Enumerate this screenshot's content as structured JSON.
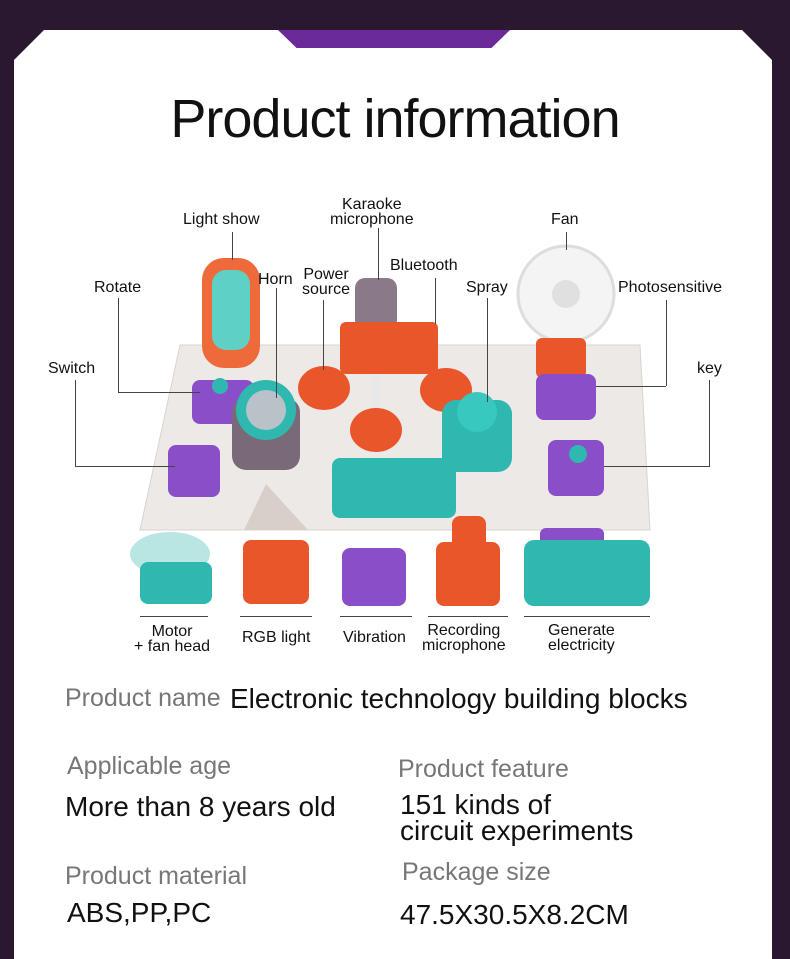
{
  "title": "Product information",
  "components": {
    "light_show": "Light show",
    "karaoke_microphone": "Karaoke\nmicrophone",
    "fan": "Fan",
    "horn": "Horn",
    "power_source": "Power\nsource",
    "bluetooth": "Bluetooth",
    "rotate": "Rotate",
    "spray": "Spray",
    "photosensitive": "Photosensitive",
    "switch": "Switch",
    "key": "key",
    "motor_fan_head": "Motor\n+ fan head",
    "rgb_light": "RGB light",
    "vibration": "Vibration",
    "recording_microphone": "Recording\nmicrophone",
    "generate_electricity": "Generate\nelectricity"
  },
  "colors": {
    "accent_purple": "#6a2a9a",
    "orange": "#e8562a",
    "teal": "#2fb8b0",
    "lilac": "#8a4fc8"
  },
  "specs": {
    "name_label": "Product name",
    "name_value": "Electronic technology building blocks",
    "age_label": "Applicable age",
    "age_value": "More than 8 years old",
    "feature_label": "Product feature",
    "feature_value": "151 kinds of\ncircuit experiments",
    "material_label": "Product material",
    "material_value": "ABS,PP,PC",
    "size_label": "Package size",
    "size_value": "47.5X30.5X8.2CM"
  }
}
